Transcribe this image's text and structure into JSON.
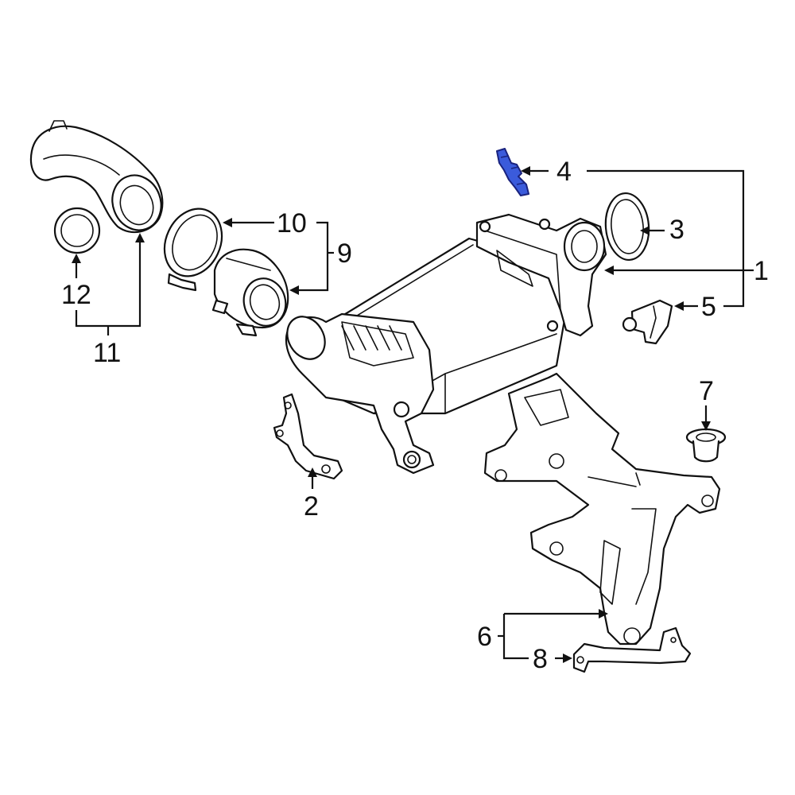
{
  "callouts": {
    "c1": "1",
    "c2": "2",
    "c3": "3",
    "c4": "4",
    "c5": "5",
    "c6": "6",
    "c7": "7",
    "c8": "8",
    "c9": "9",
    "c10": "10",
    "c11": "11",
    "c12": "12"
  },
  "colors": {
    "highlight_part": "#3b5bdb",
    "line": "#111111",
    "background": "#ffffff"
  }
}
